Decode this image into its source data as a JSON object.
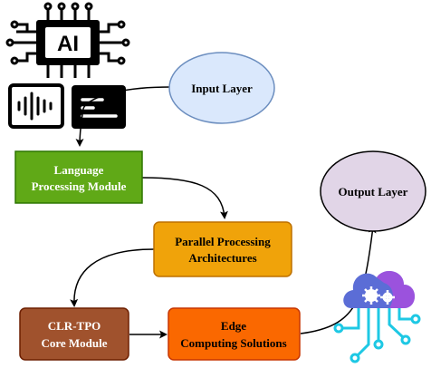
{
  "diagram": {
    "nodes": {
      "input_layer": {
        "label": "Input Layer",
        "fill": "#dae8fc",
        "stroke": "#6c8ebf",
        "text_color": "#000000"
      },
      "language_module": {
        "label_line1": "Language",
        "label_line2": "Processing Module",
        "fill": "#60a917",
        "stroke": "#2d7600",
        "text_color": "#ffffff"
      },
      "parallel_arch": {
        "label_line1": "Parallel Processing",
        "label_line2": "Architectures",
        "fill": "#f0a30a",
        "stroke": "#bd7000",
        "text_color": "#000000"
      },
      "clr_tpo": {
        "label_line1": "CLR-TPO",
        "label_line2": "Core Module",
        "fill": "#a0522d",
        "stroke": "#6d1f00",
        "text_color": "#ffffff"
      },
      "edge_computing": {
        "label_line1": "Edge",
        "label_line2": "Computing Solutions",
        "fill": "#fa6800",
        "stroke": "#c73500",
        "text_color": "#000000"
      },
      "output_layer": {
        "label": "Output Layer",
        "fill": "#e1d5e7",
        "stroke": "#000000",
        "text_color": "#000000"
      }
    },
    "icons": {
      "ai_chip": "ai-chip-icon",
      "ai_chip_label": "AI",
      "audio": "audio-waveform-icon",
      "text": "text-document-icon",
      "cloud": "cloud-computing-icon"
    },
    "colors": {
      "cloud_fill": "#5b6dd6",
      "cloud_accent": "#b04adf",
      "circuit": "#1ec8e4",
      "arrow": "#000000"
    }
  }
}
